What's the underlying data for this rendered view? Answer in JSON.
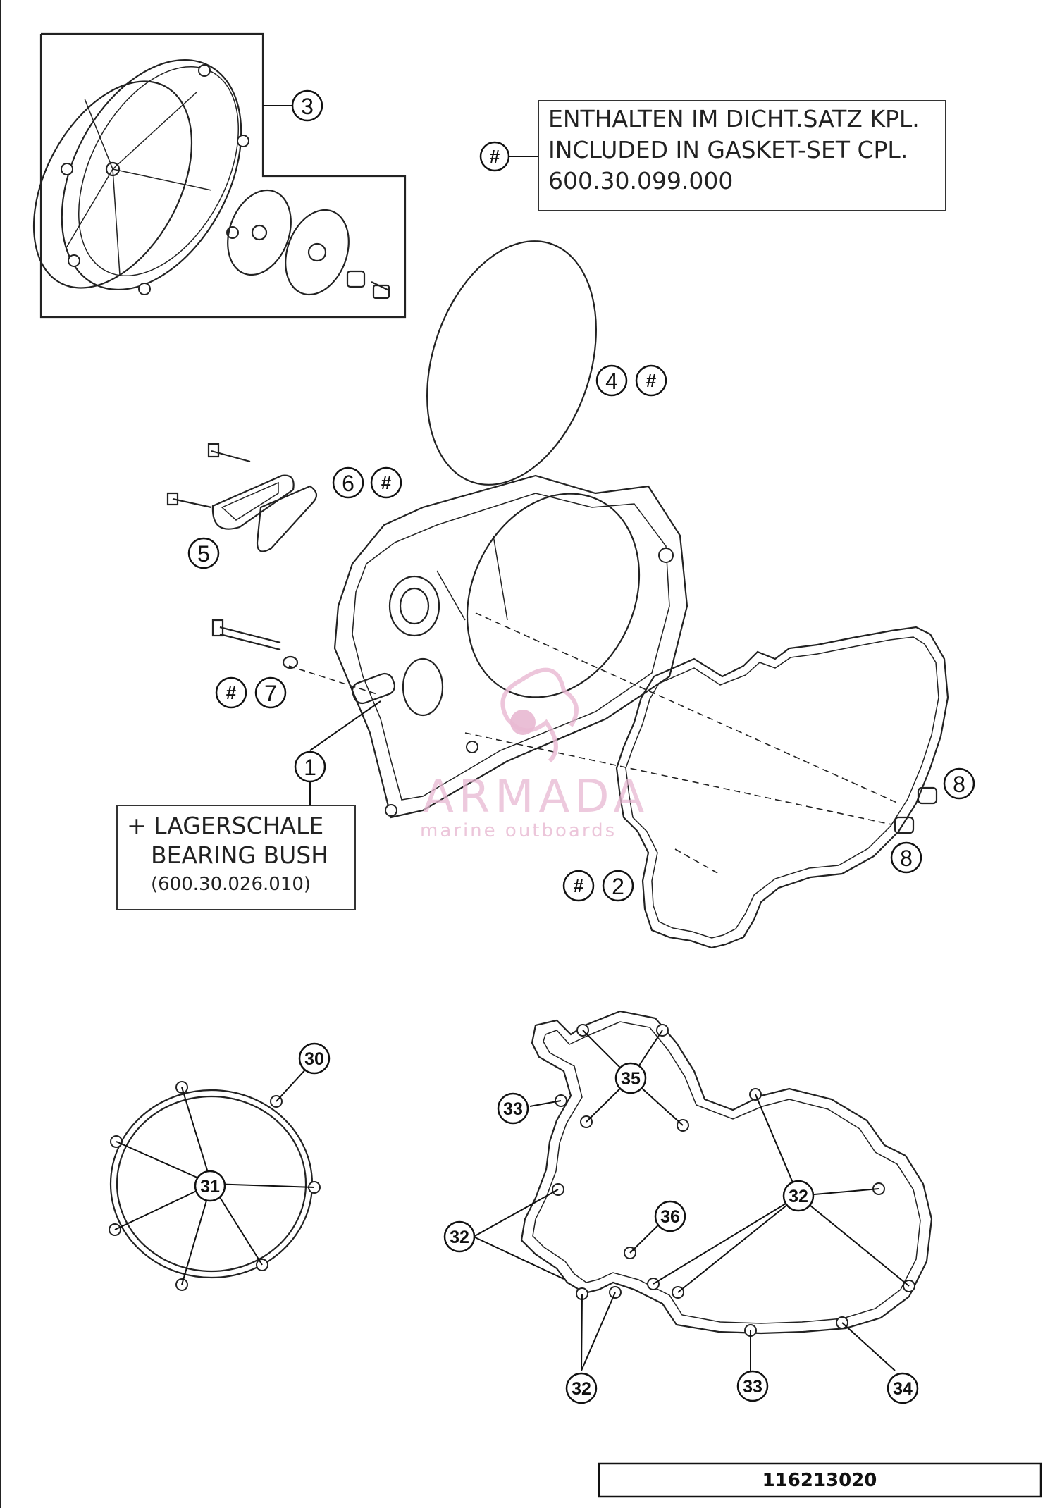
{
  "note": {
    "hash_symbol": "#",
    "line1": "ENTHALTEN IM DICHT.SATZ KPL.",
    "line2": "INCLUDED IN GASKET-SET CPL.",
    "line3": "600.30.099.000"
  },
  "bearing_note": {
    "line1": "+ LAGERSCHALE",
    "line2": "BEARING BUSH",
    "line3": "(600.30.026.010)"
  },
  "callouts": {
    "p1": "1",
    "p2": "2",
    "p3": "3",
    "p4": "4",
    "p5": "5",
    "p6": "6",
    "p7": "7",
    "p8a": "8",
    "p8b": "8",
    "p30": "30",
    "p31": "31",
    "p32a": "32",
    "p32b": "32",
    "p32c": "32",
    "p33a": "33",
    "p33b": "33",
    "p34": "34",
    "p35": "35",
    "p36": "36",
    "hash": "#"
  },
  "watermark": {
    "title": "ARMADA",
    "subtitle": "marine outboards"
  },
  "drawing_code": "116213020"
}
